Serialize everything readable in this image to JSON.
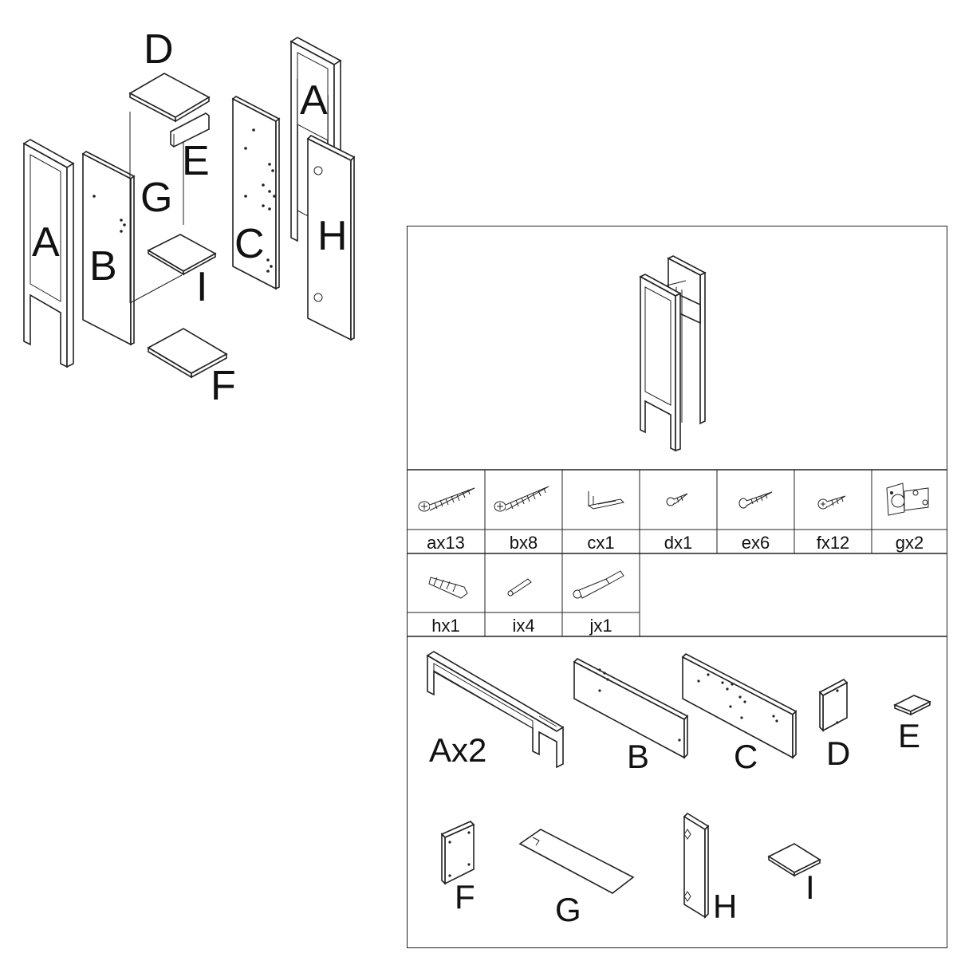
{
  "exploded_view": {
    "labels": [
      "D",
      "A",
      "E",
      "G",
      "C",
      "H",
      "A",
      "B",
      "I",
      "F"
    ]
  },
  "hardware": [
    {
      "label": "ax13",
      "icon": "long-screw-icon"
    },
    {
      "label": "bx8",
      "icon": "long-screw-icon"
    },
    {
      "label": "cx1",
      "icon": "bracket-icon"
    },
    {
      "label": "dx1",
      "icon": "short-screw-icon"
    },
    {
      "label": "ex6",
      "icon": "medium-screw-icon"
    },
    {
      "label": "fx12",
      "icon": "short-screw-icon"
    },
    {
      "label": "gx2",
      "icon": "hinge-icon"
    },
    {
      "label": "hx1",
      "icon": "wall-plug-icon"
    },
    {
      "label": "ix4",
      "icon": "dowel-icon"
    },
    {
      "label": "jx1",
      "icon": "cam-bolt-icon"
    }
  ],
  "parts": [
    "Ax2",
    "B",
    "C",
    "D",
    "E",
    "F",
    "G",
    "H",
    "I"
  ]
}
